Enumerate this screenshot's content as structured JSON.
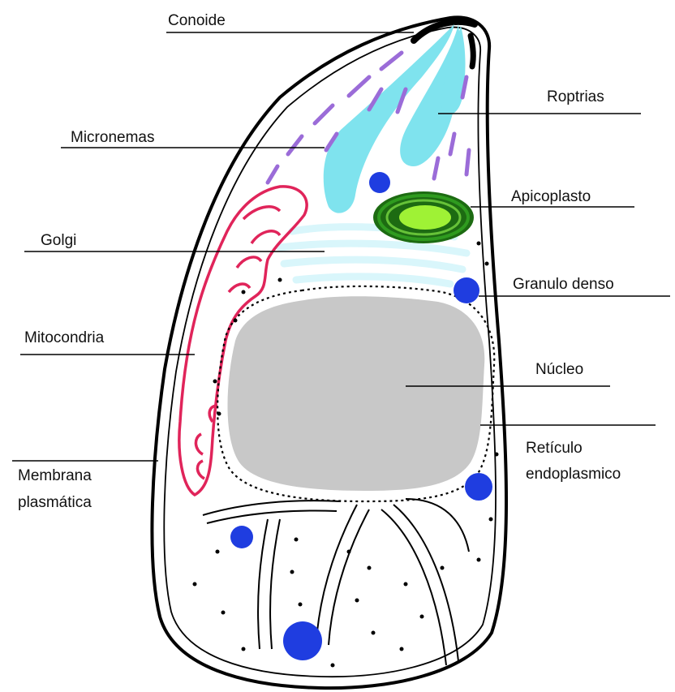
{
  "labels": {
    "conoide": "Conoide",
    "roptrias": "Roptrias",
    "micronemas": "Micronemas",
    "apicoplasto": "Apicoplasto",
    "golgi": "Golgi",
    "granulo_denso": "Granulo denso",
    "mitocondria": "Mitocondria",
    "nucleo": "Núcleo",
    "reticulo_line1": "Retículo",
    "reticulo_line2": "endoplasmico",
    "membrana_line1": "Membrana",
    "membrana_line2": "plasmática"
  },
  "colors": {
    "membrane": "#000000",
    "rhoptries": "#7fe3ee",
    "micronemes": "#9b6cd8",
    "apicoplast_outer": "#2f9b1f",
    "apicoplast_inner": "#9ff235",
    "golgi": "#d9f6fb",
    "dense_granule": "#1f3de0",
    "mitochondrion": "#e0245a",
    "nucleus": "#c8c8c8"
  }
}
